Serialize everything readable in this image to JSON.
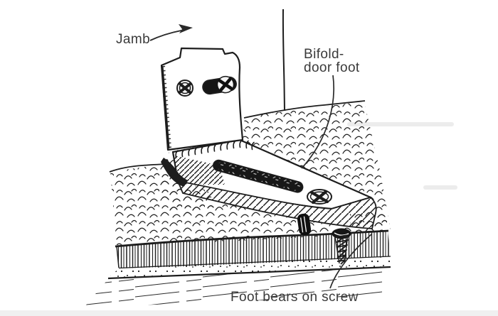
{
  "figure": {
    "background_color": "#ffffff",
    "ink_color": "#1d1d1d",
    "label_color": "#3a3a3a",
    "labels": {
      "jamb": "Jamb",
      "bifold_line1": "Bifold-",
      "bifold_line2": "door foot",
      "foot_bears": "Foot bears on screw"
    }
  }
}
